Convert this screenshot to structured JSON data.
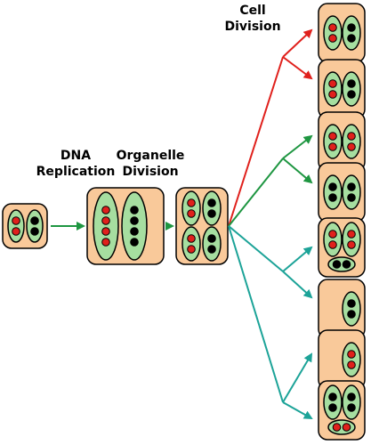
{
  "labels": {
    "dna_replication": [
      "DNA",
      "Replication"
    ],
    "organelle_division": [
      "Organelle",
      "Division"
    ],
    "cell_division": [
      "Cell",
      "Division"
    ]
  },
  "colors": {
    "cell_fill": "#f9c99a",
    "organelle_fill": "#a6dea0",
    "red_nucleoid": "#e0201c",
    "black_nucleoid": "#000000",
    "arrow_green": "#1e9641",
    "arrow_red": "#e0201c",
    "arrow_teal": "#1ca398"
  },
  "stages": [
    {
      "name": "initial-cell",
      "organelles": [
        {
          "nucleoid_color": "red",
          "count": 2
        },
        {
          "nucleoid_color": "black",
          "count": 2
        }
      ]
    },
    {
      "name": "replicated-cell",
      "organelles": [
        {
          "nucleoid_color": "red",
          "count": 4
        },
        {
          "nucleoid_color": "black",
          "count": 4
        }
      ]
    },
    {
      "name": "divided-organelles-cell",
      "organelles": [
        {
          "nucleoid_color": "red",
          "count": 2
        },
        {
          "nucleoid_color": "black",
          "count": 2
        },
        {
          "nucleoid_color": "red",
          "count": 2
        },
        {
          "nucleoid_color": "black",
          "count": 2
        }
      ]
    }
  ],
  "outcomes": [
    {
      "group": "red",
      "organelles": [
        {
          "nucleoid_color": "red",
          "count": 2
        },
        {
          "nucleoid_color": "black",
          "count": 2
        }
      ]
    },
    {
      "group": "red",
      "organelles": [
        {
          "nucleoid_color": "red",
          "count": 2
        },
        {
          "nucleoid_color": "black",
          "count": 2
        }
      ]
    },
    {
      "group": "green",
      "organelles": [
        {
          "nucleoid_color": "red",
          "count": 2
        },
        {
          "nucleoid_color": "red",
          "count": 2
        }
      ]
    },
    {
      "group": "green",
      "organelles": [
        {
          "nucleoid_color": "black",
          "count": 2
        },
        {
          "nucleoid_color": "black",
          "count": 2
        }
      ]
    },
    {
      "group": "teal",
      "organelles": [
        {
          "nucleoid_color": "red",
          "count": 2
        },
        {
          "nucleoid_color": "red",
          "count": 2
        },
        {
          "nucleoid_color": "black",
          "count": 2
        }
      ]
    },
    {
      "group": "teal",
      "organelles": [
        {
          "nucleoid_color": "black",
          "count": 2
        }
      ]
    },
    {
      "group": "teal",
      "organelles": [
        {
          "nucleoid_color": "red",
          "count": 2
        }
      ]
    },
    {
      "group": "teal",
      "organelles": [
        {
          "nucleoid_color": "black",
          "count": 2
        },
        {
          "nucleoid_color": "black",
          "count": 2
        },
        {
          "nucleoid_color": "red",
          "count": 2
        }
      ]
    }
  ]
}
